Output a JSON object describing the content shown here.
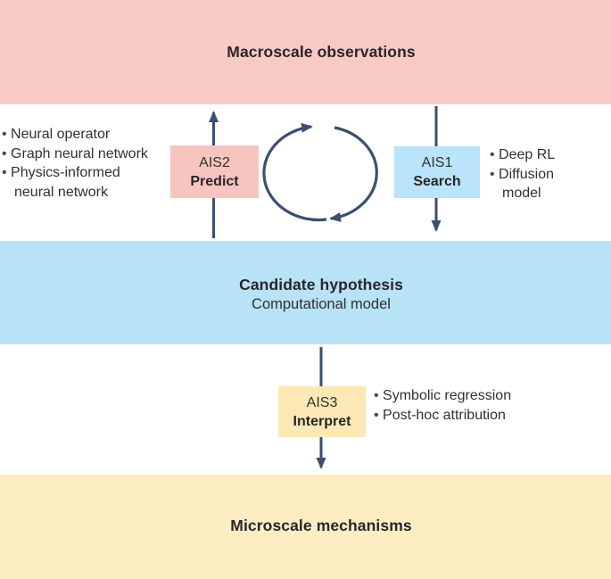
{
  "bands": {
    "macroscale": {
      "title": "Macroscale observations"
    },
    "hypothesis": {
      "title": "Candidate hypothesis",
      "subtitle": "Computational model"
    },
    "microscale": {
      "title": "Microscale mechanisms"
    }
  },
  "boxes": {
    "ais1": {
      "id": "AIS1",
      "action": "Search"
    },
    "ais2": {
      "id": "AIS2",
      "action": "Predict"
    },
    "ais3": {
      "id": "AIS3",
      "action": "Interpret"
    }
  },
  "lists": {
    "predict_methods": {
      "items": [
        "Neural operator",
        "Graph neural network",
        "Physics-informed neural network"
      ]
    },
    "search_methods": {
      "items": [
        "Deep RL",
        "Diffusion model"
      ]
    },
    "interpret_methods": {
      "items": [
        "Symbolic regression",
        "Post-hoc attribution"
      ]
    }
  },
  "icons": {
    "cycle": "cycle-arrows-icon"
  },
  "colors": {
    "band_macroscale": "#f8cac5",
    "band_hypothesis": "#b8e2f6",
    "band_microscale": "#fdedc3",
    "box_ais2": "#f7c5c0",
    "box_ais1": "#b9e4f9",
    "box_ais3": "#fbe8b4",
    "arrow": "#3b4f6f",
    "title_text": "#29262a",
    "body_text": "#323032"
  }
}
